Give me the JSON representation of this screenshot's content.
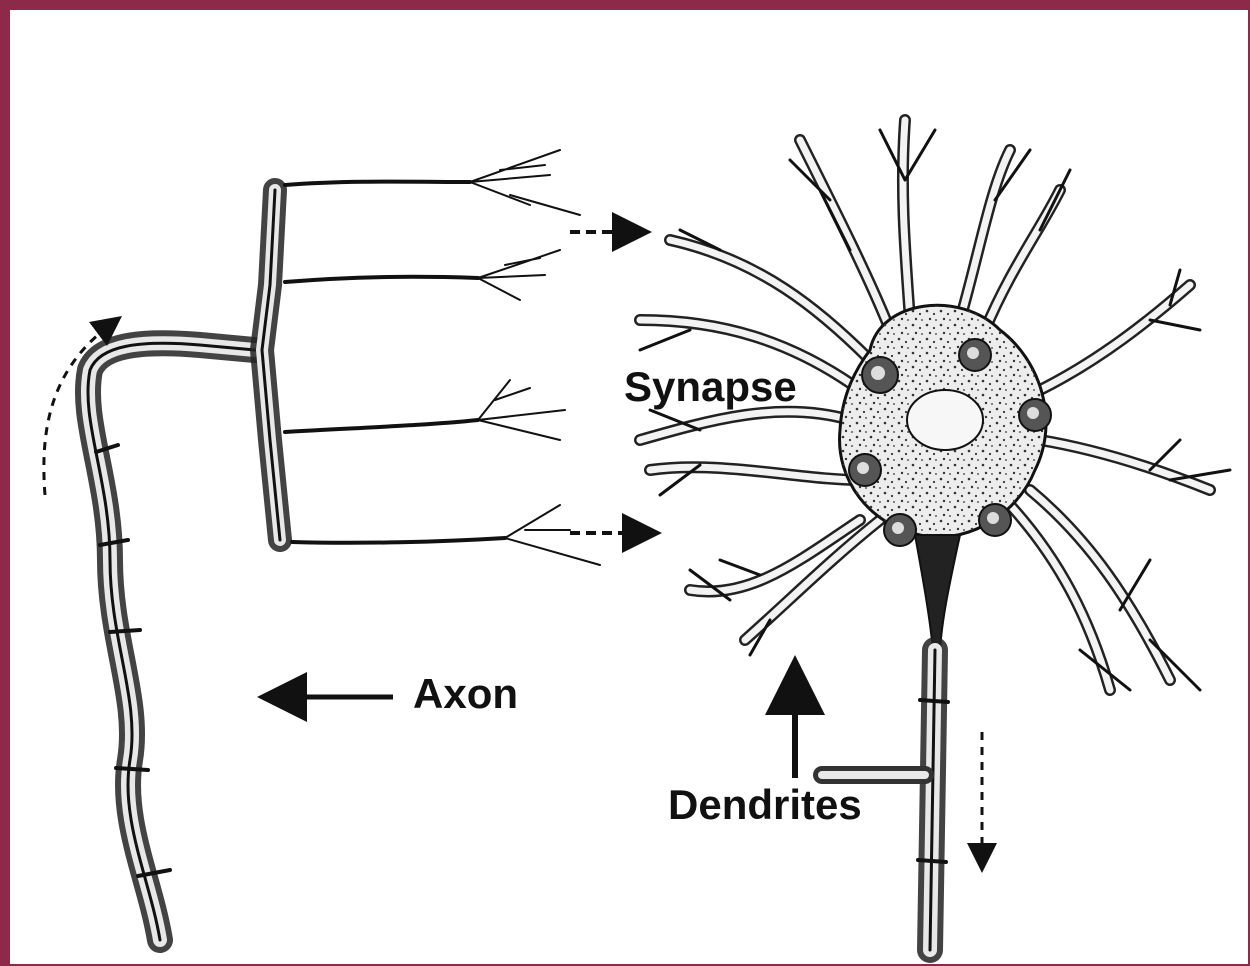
{
  "labels": {
    "synapse": "Synapse",
    "axon": "Axon",
    "dendrites": "Dendrites"
  },
  "colors": {
    "frame": "#8e2a49",
    "ink": "#111111",
    "cell_fill": "#f2f2f2",
    "background": "#ffffff"
  }
}
